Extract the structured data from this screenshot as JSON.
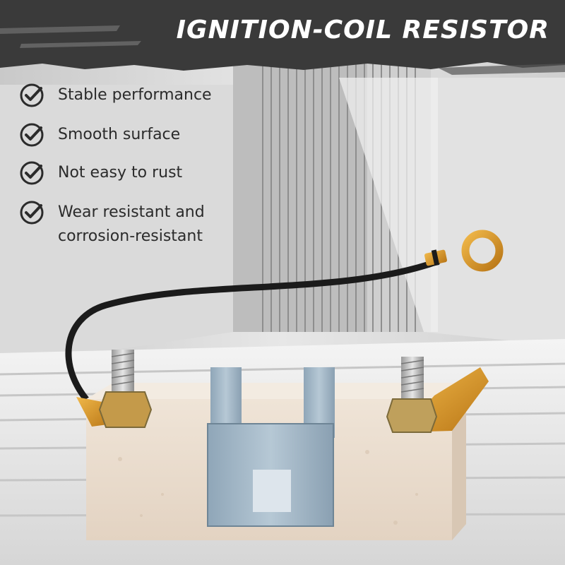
{
  "banner": {
    "title": "IGNITION-COIL RESISTOR",
    "color": "#3a3a3a"
  },
  "features": [
    {
      "icon": "checkmark-circle-icon",
      "text": "Stable performance"
    },
    {
      "icon": "checkmark-circle-icon",
      "text": "Smooth surface"
    },
    {
      "icon": "checkmark-circle-icon",
      "text": "Not easy to rust"
    },
    {
      "icon": "checkmark-circle-icon",
      "text": "Wear resistant and",
      "text2": "corrosion-resistant"
    }
  ],
  "colors": {
    "text": "#2b2b2b",
    "ceramic": "#e8dccf",
    "bracket": "#9fb4c4",
    "brass": "#d79a2a",
    "wire": "#1b1b1b"
  }
}
